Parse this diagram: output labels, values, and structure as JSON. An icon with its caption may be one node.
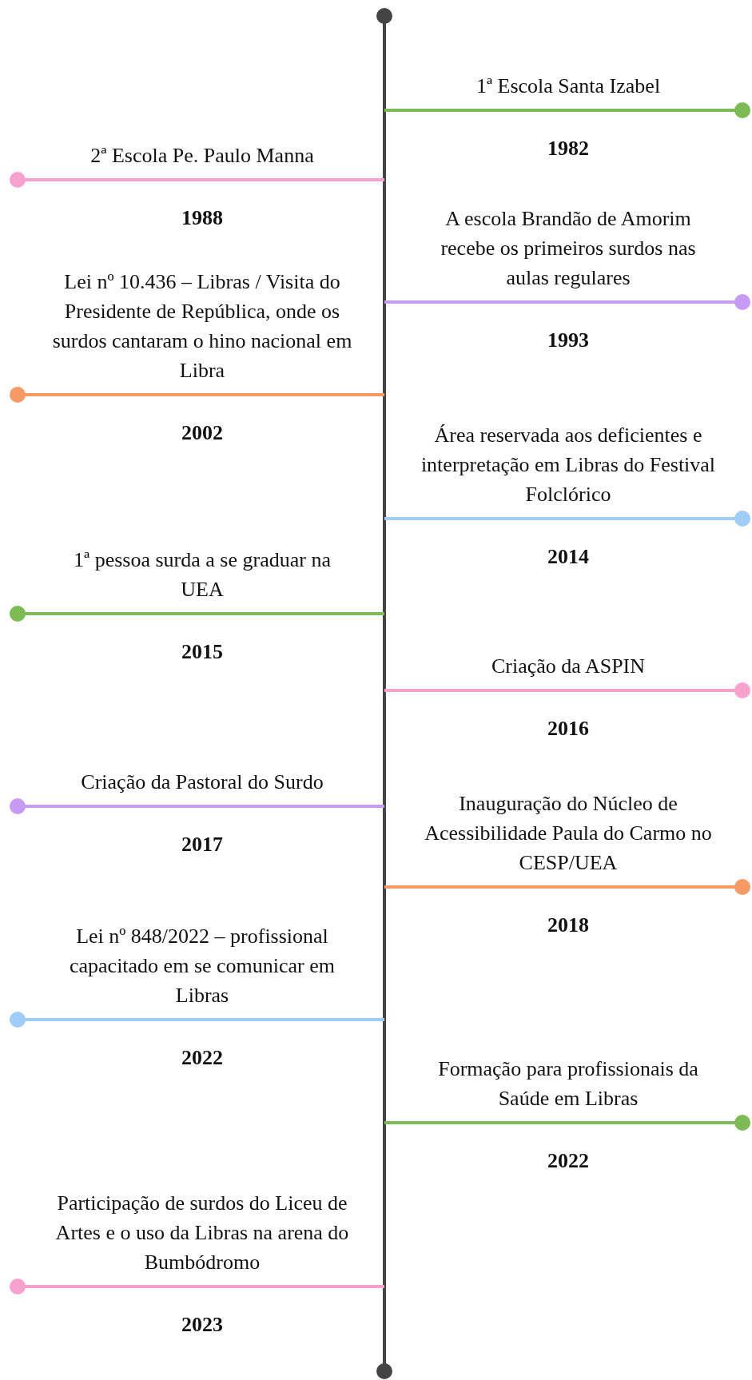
{
  "diagram": {
    "nodes": [
      {
        "text": [
          "1ª Escola Santa Izabel",
          "1982"
        ]
      },
      {
        "text": [
          "2ª Escola Pe. Paulo Manna",
          "1988"
        ]
      },
      {
        "text": [
          "A escola Brandão de Amorim recebe os primeiros surdos nas aulas regulares",
          "1993"
        ]
      },
      {
        "text": [
          "Lei nº 10.436 – Libras / Visita do Presidente de República, onde os surdos cantaram o hino nacional em Libra",
          "2002"
        ]
      },
      {
        "text": [
          "Área reservada aos deficientes e interpretação em Libras do Festival Folclórico",
          "2014"
        ]
      },
      {
        "text": [
          "1ª pessoa surda a se graduar na UEA",
          "2015"
        ]
      },
      {
        "text": [
          "Criação da ASPIN",
          "2016"
        ]
      },
      {
        "text": [
          "Criação da Pastoral do Surdo",
          "2017"
        ]
      },
      {
        "text": [
          "Inauguração do Núcleo de Acessibilidade Paula do Carmo no CESP/UEA",
          "2018"
        ]
      },
      {
        "text": [
          "Lei nº 848/2022 – profissional capacitado em se comunicar em Libras",
          "2022"
        ]
      },
      {
        "text": [
          "Formação para profissionais da Saúde em Libras",
          "2022"
        ]
      },
      {
        "text": [
          "Participação de surdos do Liceu de Artes e o uso da Libras na arena do Bumbódromo",
          "2023"
        ]
      }
    ]
  }
}
